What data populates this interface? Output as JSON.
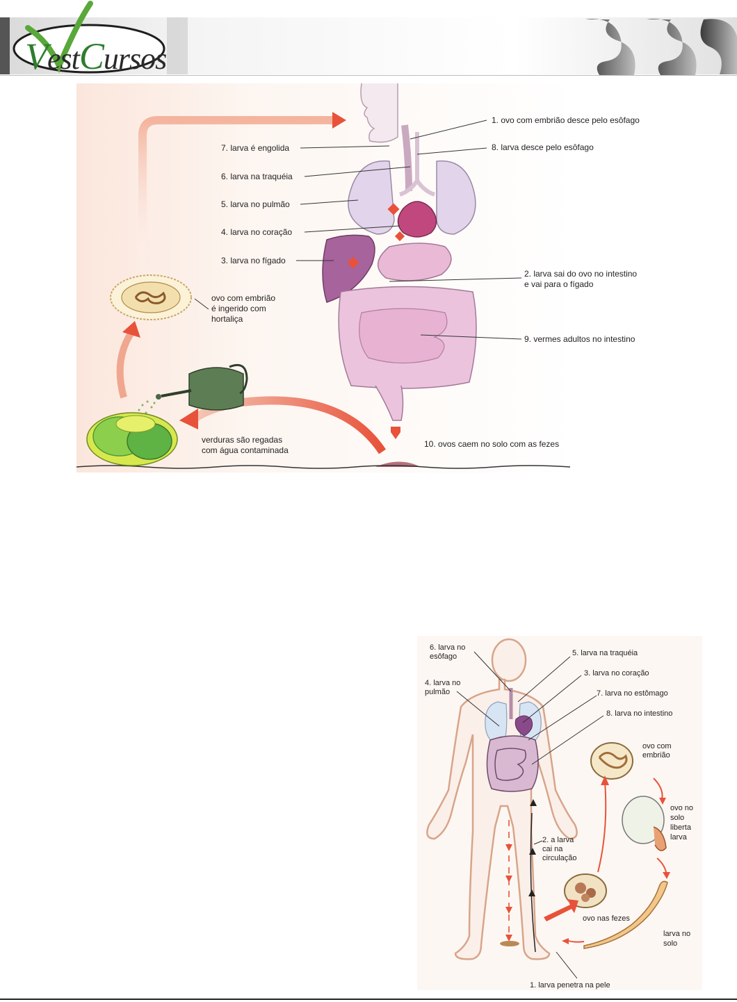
{
  "logo": {
    "initial1": "V",
    "word1": "est",
    "initial2": "C",
    "word2": "ursos"
  },
  "colors": {
    "arrow": "#e8523a",
    "organ_pink": "#e9b9d6",
    "lung": "#e2d4ea",
    "liver": "#a7639b",
    "heart": "#c0487e",
    "grass": "#4f9a34",
    "lettuce": "#8ccf4d",
    "water_can": "#5d7e55"
  },
  "diagram1": {
    "labels": {
      "l1": "1. ovo com embrião desce pelo esôfago",
      "l7": "7. larva é engolida",
      "l8": "8. larva desce pelo esôfago",
      "l6": "6. larva na traquéia",
      "l5": "5. larva no pulmão",
      "l4": "4. larva no coração",
      "l3": "3. larva no fígado",
      "l2a": "2. larva sai do ovo no intestino",
      "l2b": "e vai para o fígado",
      "egg_a": "ovo com embrião",
      "egg_b": "é ingerido com",
      "egg_c": "hortaliça",
      "l9": "9. vermes adultos no intestino",
      "veg_a": "verduras são regadas",
      "veg_b": "com água contaminada",
      "l10": "10. ovos caem no solo com as fezes"
    }
  },
  "diagram2": {
    "labels": {
      "l6a": "6. larva no",
      "l6b": "esôfago",
      "l5": "5. larva na traquéia",
      "l3": "3. larva no coração",
      "l4a": "4. larva no",
      "l4b": "pulmão",
      "l7": "7. larva no estômago",
      "l8": "8. larva no intestino",
      "egg_a": "ovo com",
      "egg_b": "embrião",
      "soil_a": "ovo no",
      "soil_b": "solo",
      "soil_c": "liberta",
      "soil_d": "larva",
      "l2a": "2. a larva",
      "l2b": "cai na",
      "l2c": "circulação",
      "feces": "ovo nas fezes",
      "larva_a": "larva no",
      "larva_b": "solo",
      "l1": "1. larva penetra na pele"
    }
  }
}
